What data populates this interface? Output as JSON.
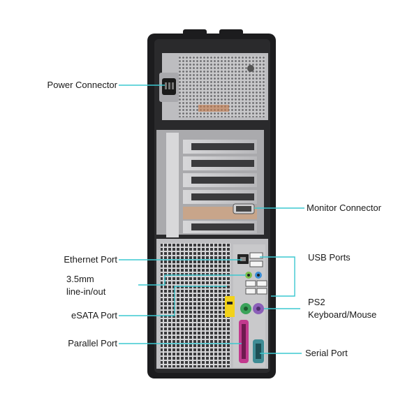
{
  "labels": {
    "power_connector": "Power Connector",
    "monitor_connector": "Monitor Connector",
    "ethernet_port": "Ethernet Port",
    "usb_ports": "USB Ports",
    "audio_line1": "3.5mm",
    "audio_line2": "line-in/out",
    "ps2_line1": "PS2",
    "ps2_line2": "Keyboard/Mouse",
    "esata_port": "eSATA Port",
    "parallel_port": "Parallel Port",
    "serial_port": "Serial Port"
  },
  "colors": {
    "leader_line": "#3cc8d0",
    "case_body": "#1c1c1e",
    "panel_metal": "#c9c9cb",
    "ps2_green": "#3aa35a",
    "ps2_purple": "#8b5fb8",
    "parallel_pink": "#c23a8e",
    "serial_teal": "#3f8c95",
    "audio_green": "#7cc04a",
    "audio_blue": "#3b8ed6",
    "sticker_yellow": "#f2d21a"
  }
}
